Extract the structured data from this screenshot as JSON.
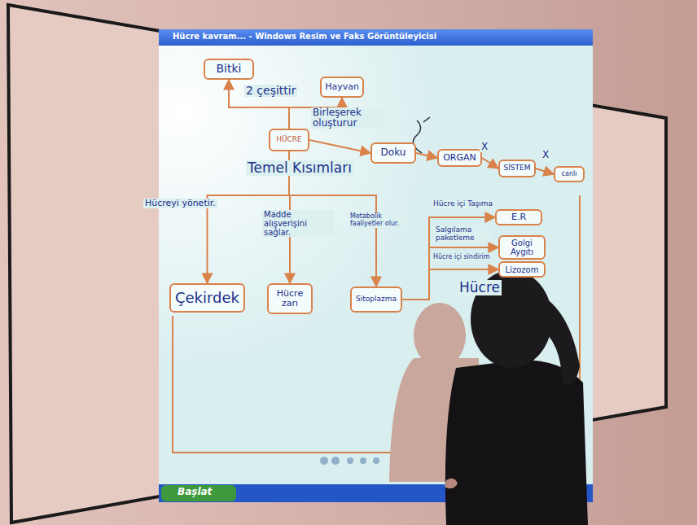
{
  "diagram": {
    "nodes": [
      {
        "text": [
          "Bitki"
        ]
      },
      {
        "text": [
          "Hayvan"
        ]
      },
      {
        "text": [
          "HÜCRE"
        ]
      },
      {
        "text": [
          "Doku"
        ]
      },
      {
        "text": [
          "ORGAN"
        ]
      },
      {
        "text": [
          "SİSTEM"
        ]
      },
      {
        "text": [
          "canlı"
        ]
      },
      {
        "text": [
          "Çekirdek"
        ]
      },
      {
        "text": [
          "Hücre zarı"
        ]
      },
      {
        "text": [
          "Sitoplazma"
        ]
      },
      {
        "text": [
          "E.R"
        ]
      },
      {
        "text": [
          "Golgi Aygıtı"
        ]
      },
      {
        "text": [
          "Lizozom"
        ]
      }
    ],
    "edges": [
      {
        "from": 2,
        "to": 0,
        "arrow": "to"
      },
      {
        "from": 2,
        "to": 1,
        "arrow": "to"
      },
      {
        "from": 2,
        "to": 3,
        "label": "Birleşerek oluşturur",
        "arrow": "to"
      },
      {
        "from": 3,
        "to": 4,
        "arrow": "to"
      },
      {
        "from": 4,
        "to": 5,
        "arrow": "to"
      },
      {
        "from": 5,
        "to": 6,
        "arrow": "to"
      },
      {
        "from": 2,
        "to": 7,
        "arrow": "to"
      },
      {
        "from": 2,
        "to": 8,
        "arrow": "to"
      },
      {
        "from": 2,
        "to": 9,
        "arrow": "to"
      },
      {
        "from": 9,
        "to": 10,
        "arrow": "to"
      },
      {
        "from": 9,
        "to": 11,
        "arrow": "to"
      },
      {
        "from": 9,
        "to": 12,
        "arrow": "to"
      }
    ],
    "labels": [
      "Hücre kavram... - Windows Resim ve Faks Görüntüleyicisi",
      "2 çeşittir",
      "Temel Kısımları",
      "Hücreyi yönetir.",
      "Madde alışverişini sağlar.",
      "Metabolik faaliyetler olur.",
      "X",
      "X",
      "Hücre içi Taşıma",
      "Salgılama paketleme",
      "Hücre içi sindirim",
      "Hücre",
      "Başlat"
    ]
  }
}
